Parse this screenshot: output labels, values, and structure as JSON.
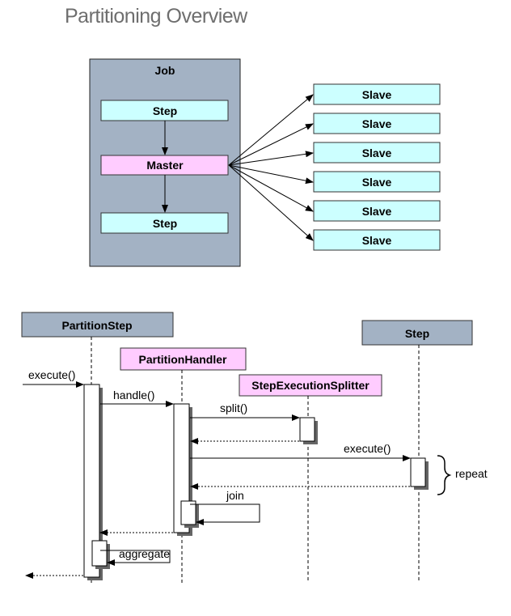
{
  "page": {
    "title": "Partitioning Overview"
  },
  "overview": {
    "job_label": "Job",
    "step_top_label": "Step",
    "master_label": "Master",
    "step_bottom_label": "Step",
    "slaves": [
      "Slave",
      "Slave",
      "Slave",
      "Slave",
      "Slave",
      "Slave"
    ]
  },
  "sequence": {
    "participants": {
      "partition_step": "PartitionStep",
      "partition_handler": "PartitionHandler",
      "splitter": "StepExecutionSplitter",
      "step": "Step"
    },
    "messages": {
      "execute_in": "execute()",
      "handle": "handle()",
      "split": "split()",
      "execute_step": "execute()",
      "join": "join",
      "aggregate": "aggregate",
      "repeat": "repeat"
    }
  },
  "colors": {
    "job_fill": "#a3b2c4",
    "cyan_fill": "#ccffff",
    "pink_fill": "#ffccff",
    "header_gray": "#a3b2c4"
  }
}
